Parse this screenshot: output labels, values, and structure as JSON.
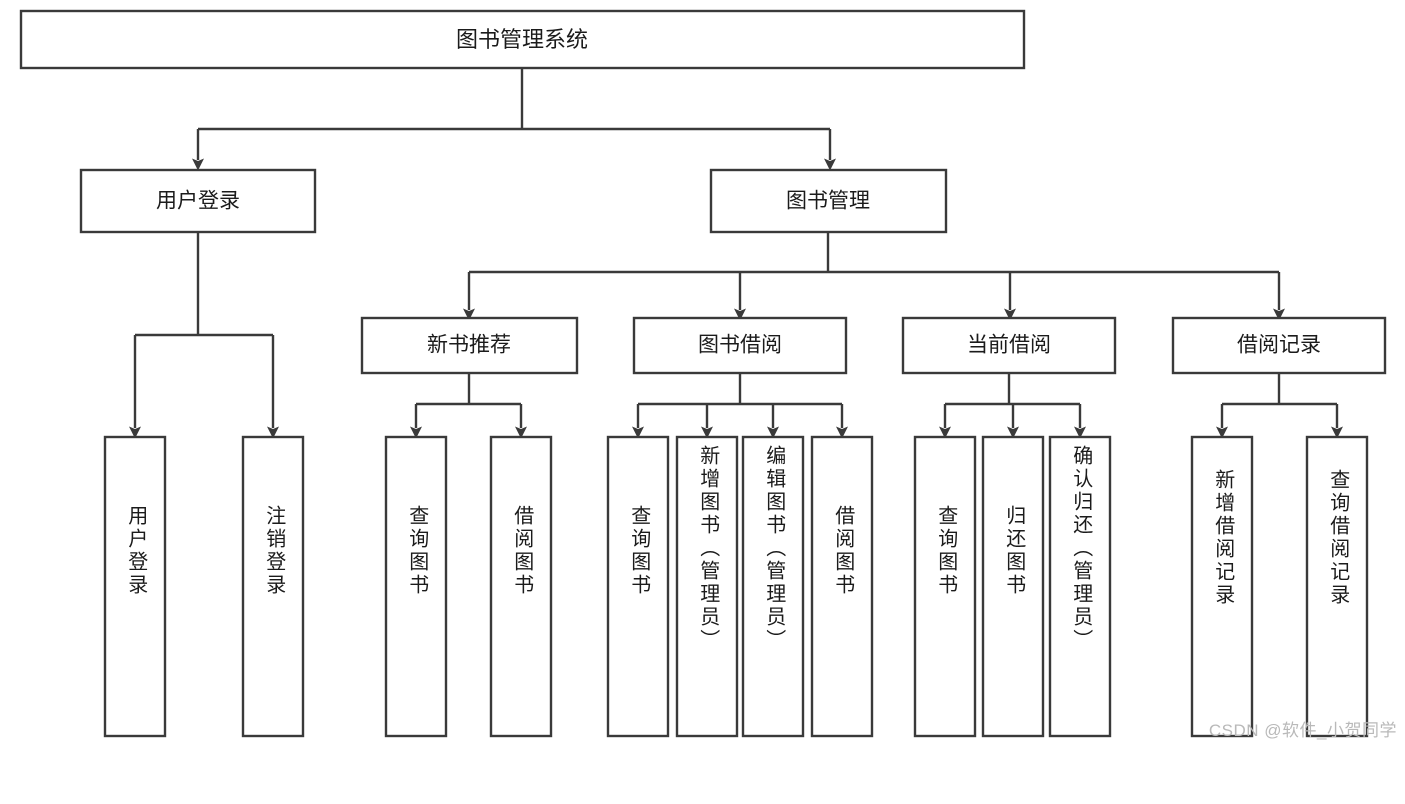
{
  "diagram": {
    "type": "hierarchy-tree",
    "title": "图书管理系统",
    "watermark": "CSDN @软件_小贺同学",
    "colors": {
      "stroke": "#3a3a3a",
      "fill": "#ffffff",
      "text": "#1b1b1b",
      "watermark": "#b9b9b9"
    },
    "level1": [
      {
        "label": "用户登录"
      },
      {
        "label": "图书管理"
      }
    ],
    "level2": [
      {
        "label": "新书推荐"
      },
      {
        "label": "图书借阅"
      },
      {
        "label": "当前借阅"
      },
      {
        "label": "借阅记录"
      }
    ],
    "leaves": {
      "user_login": [
        {
          "label": "用户登录"
        },
        {
          "label": "注销登录"
        }
      ],
      "new_book": [
        {
          "label": "查询图书"
        },
        {
          "label": "借阅图书"
        }
      ],
      "book_borrow": [
        {
          "label": "查询图书"
        },
        {
          "label": "新增图书（管理员）"
        },
        {
          "label": "编辑图书（管理员）"
        },
        {
          "label": "借阅图书"
        }
      ],
      "current_borrow": [
        {
          "label": "查询图书"
        },
        {
          "label": "归还图书"
        },
        {
          "label": "确认归还（管理员）"
        }
      ],
      "borrow_record": [
        {
          "label": "新增借阅记录"
        },
        {
          "label": "查询借阅记录"
        }
      ]
    }
  }
}
